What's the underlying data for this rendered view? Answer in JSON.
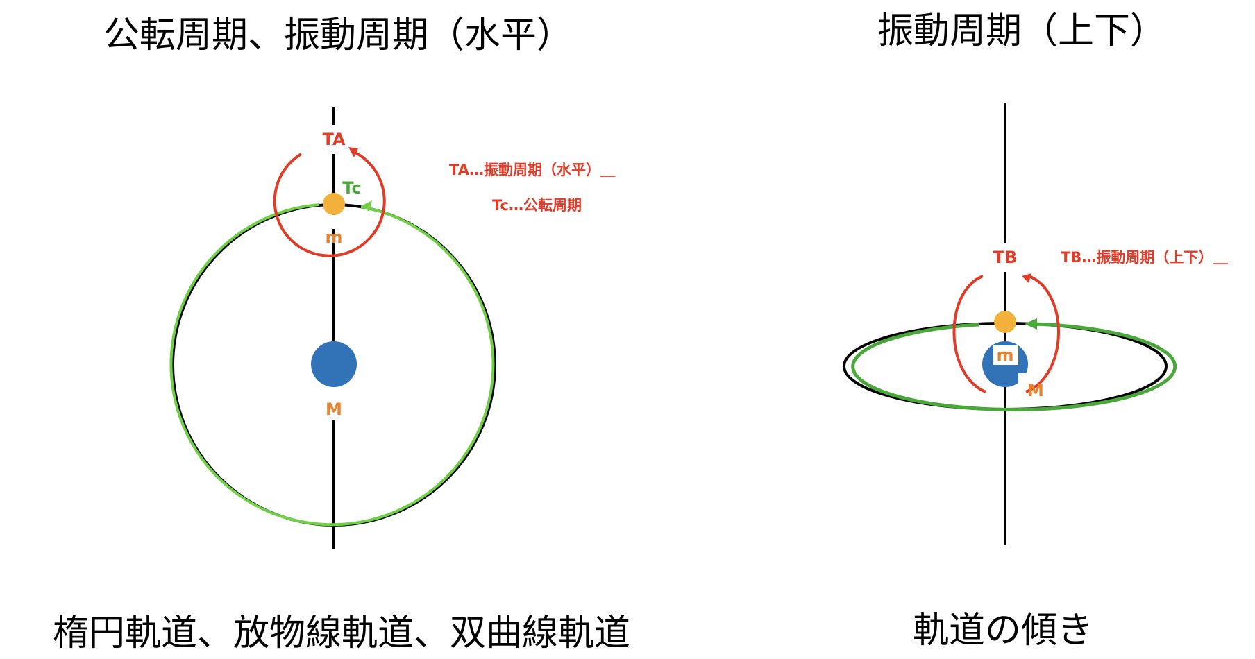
{
  "colors": {
    "red": "#e03c28",
    "green": "#6fcf45",
    "green_dark": "#4aa83a",
    "orange_ball": "#f2b13a",
    "orange_text": "#e9822e",
    "blue": "#3173b6",
    "black": "#000000"
  },
  "left": {
    "title": "公転周期、振動周期（水平）",
    "caption": "楕円軌道、放物線軌道、双曲線軌道",
    "labels": {
      "ta": "TA",
      "tc": "Tc",
      "m": "m",
      "M": "M"
    },
    "legend": [
      "TA…振動周期（水平）＿",
      "Tc…公転周期"
    ]
  },
  "right": {
    "title": "振動周期（上下）",
    "caption": "軌道の傾き",
    "labels": {
      "tb": "TB",
      "m": "m",
      "M": "M"
    },
    "legend": [
      "TB…振動周期（上下）＿"
    ]
  }
}
